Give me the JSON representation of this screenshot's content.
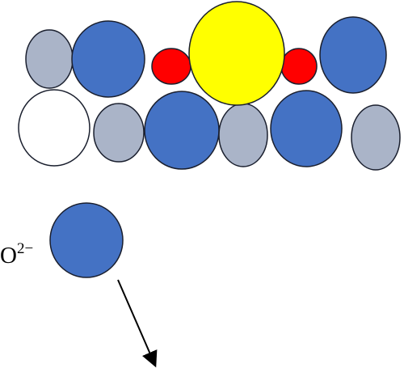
{
  "colors": {
    "blue": "#4472c4",
    "grey": "#aab4c8",
    "white": "#ffffff",
    "red": "#ff0000",
    "yellow": "#ffff00",
    "outline": "#1a1f2e",
    "arrow": "#000000"
  },
  "label": {
    "ion_symbol": "O",
    "ion_charge": "2−"
  },
  "lattice": {
    "top_row": [
      "grey",
      "blue",
      "red",
      "yellow",
      "red",
      "blue"
    ],
    "bottom_row": [
      "white",
      "grey",
      "blue",
      "grey",
      "blue",
      "grey"
    ]
  },
  "detached_ion": {
    "color": "blue",
    "direction": "down"
  }
}
